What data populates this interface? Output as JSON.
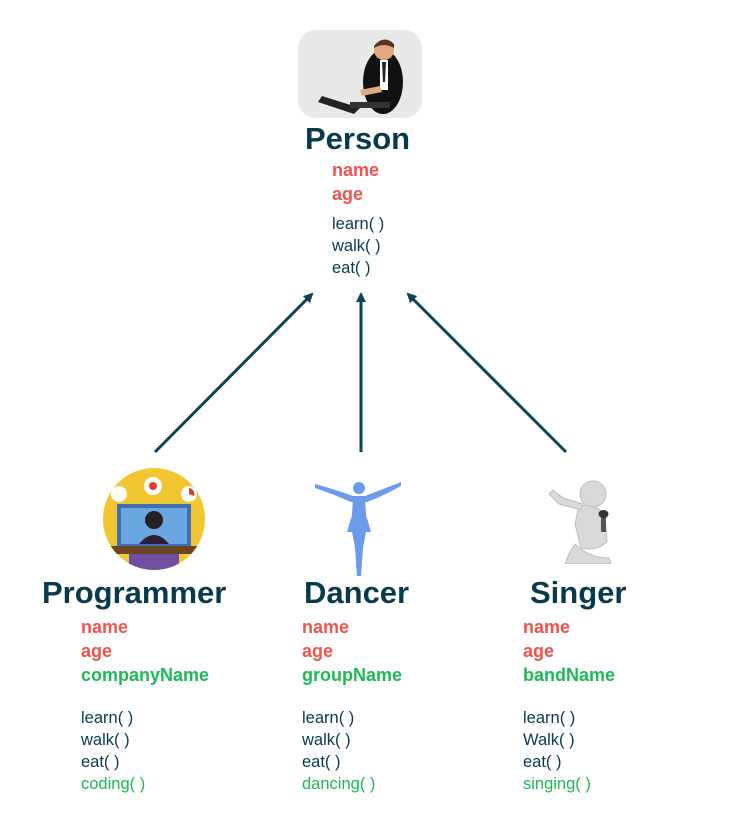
{
  "colors": {
    "dark": "#073B4C",
    "red": "#EF5350",
    "green": "#1DB954",
    "arrow": "#0B4555"
  },
  "parent": {
    "title": "Person",
    "fields": [
      "name",
      "age"
    ],
    "methods": [
      "learn( )",
      "walk( )",
      "eat( )"
    ],
    "icon": "businessman-laptop-icon"
  },
  "children": [
    {
      "title": "Programmer",
      "fields": [
        "name",
        "age"
      ],
      "extra_field": "companyName",
      "methods": [
        "learn( )",
        "walk( )",
        "eat( )"
      ],
      "extra_method": "coding( )",
      "icon": "programmer-desk-icon"
    },
    {
      "title": "Dancer",
      "fields": [
        "name",
        "age"
      ],
      "extra_field": "groupName",
      "methods": [
        "learn( )",
        "walk( )",
        "eat( )"
      ],
      "extra_method": "dancing( )",
      "icon": "dancer-silhouette-icon"
    },
    {
      "title": "Singer",
      "fields": [
        "name",
        "age"
      ],
      "extra_field": "bandName",
      "methods": [
        "learn( )",
        "Walk( )",
        "eat( )"
      ],
      "extra_method": "singing( )",
      "icon": "singer-figure-icon"
    }
  ]
}
